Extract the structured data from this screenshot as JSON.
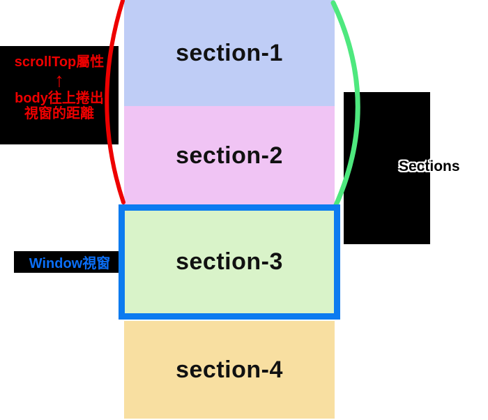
{
  "sections": [
    {
      "label": "section-1",
      "color": "#bfcdf6"
    },
    {
      "label": "section-2",
      "color": "#f0c4f4"
    },
    {
      "label": "section-3",
      "color": "#d9f3c9"
    },
    {
      "label": "section-4",
      "color": "#f8dfa1"
    }
  ],
  "annotation_left": {
    "line1": "scrollTop屬性",
    "arrow_icon": "↑",
    "line2": "body往上捲出",
    "line3": "視窗的距離",
    "text_color": "#ee0000",
    "bg_color": "#000000"
  },
  "annotation_right": {
    "label": "Sections",
    "bg_color": "#000000",
    "text_color": "#000000",
    "outline_color": "#ffffff"
  },
  "window_annotation": {
    "label": "Window視窗",
    "text_color": "#0b6ef5",
    "bg_color": "#000000"
  },
  "viewport": {
    "border_color": "#0c7bf0"
  },
  "braces": {
    "scrolltop_brace_color": "#ee0000",
    "offset_brace_color": "#4ee87e"
  }
}
